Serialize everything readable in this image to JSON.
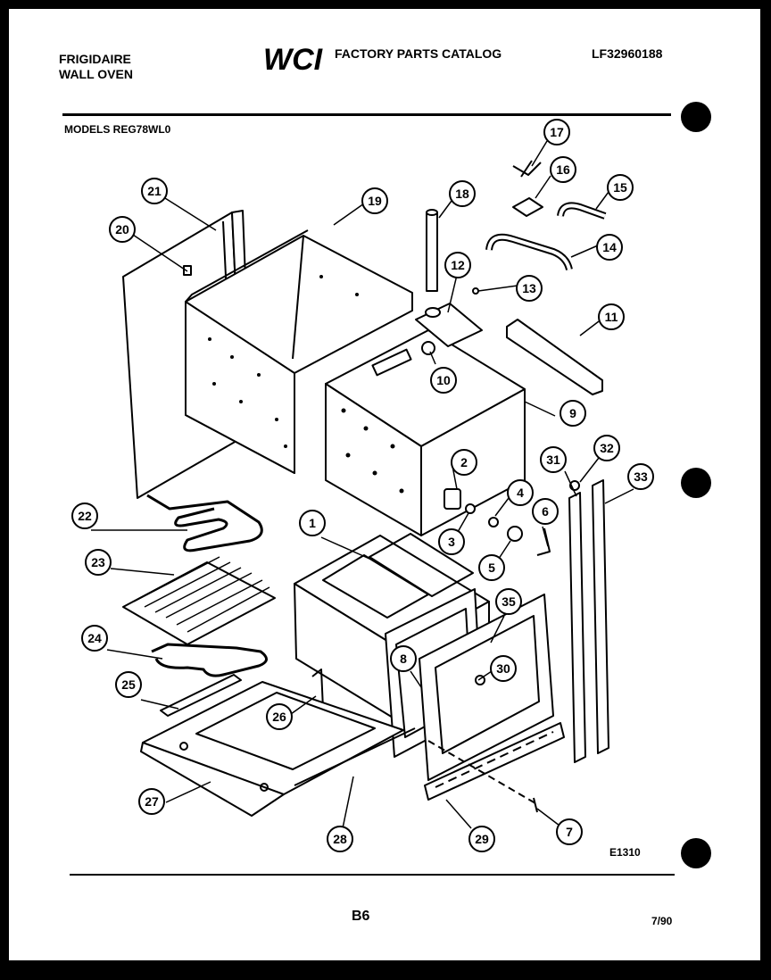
{
  "header": {
    "brand_line1": "FRIGIDAIRE",
    "brand_line2": "WALL OVEN",
    "logo_text": "WCI",
    "catalog_title": "FACTORY PARTS CATALOG",
    "catalog_number": "LF32960188",
    "models_label": "MODELS REG78WL0"
  },
  "diagram": {
    "part_numbers": [
      "1",
      "2",
      "3",
      "4",
      "5",
      "6",
      "7",
      "8",
      "9",
      "10",
      "11",
      "12",
      "13",
      "14",
      "15",
      "16",
      "17",
      "18",
      "19",
      "20",
      "21",
      "22",
      "23",
      "24",
      "25",
      "26",
      "27",
      "28",
      "29",
      "30",
      "31",
      "32",
      "33",
      "35"
    ],
    "drawing_code": "E1310"
  },
  "footer": {
    "page_number": "B6",
    "date": "7/90"
  }
}
